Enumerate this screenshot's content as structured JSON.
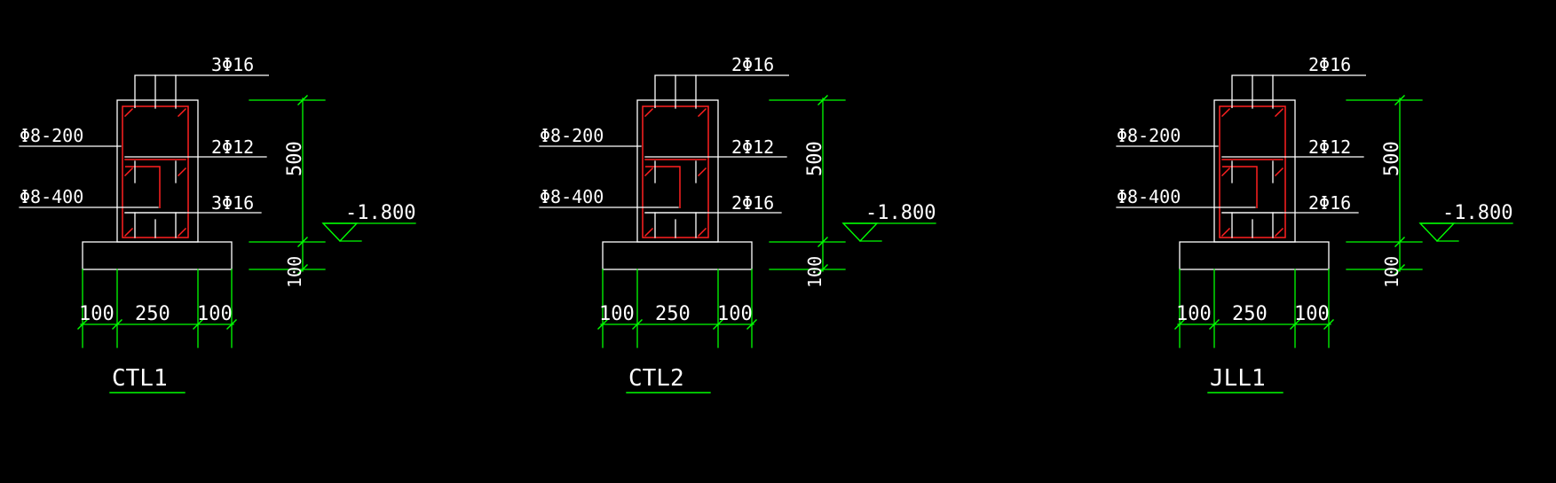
{
  "colors": {
    "background": "#000000",
    "concrete": "#ffffff",
    "rebar": "#ff2020",
    "dimension": "#00ff00",
    "text": "#ffffff"
  },
  "sections": [
    {
      "name": "CTL1",
      "top_bars": "3Φ16",
      "stirrup": "Φ8-200",
      "middle_bars": "2Φ12",
      "tie": "Φ8-400",
      "bottom_bars": "3Φ16",
      "elevation": "-1.800",
      "height": "500",
      "base_height": "100",
      "widths": [
        "100",
        "250",
        "100"
      ]
    },
    {
      "name": "CTL2",
      "top_bars": "2Φ16",
      "stirrup": "Φ8-200",
      "middle_bars": "2Φ12",
      "tie": "Φ8-400",
      "bottom_bars": "2Φ16",
      "elevation": "-1.800",
      "height": "500",
      "base_height": "100",
      "widths": [
        "100",
        "250",
        "100"
      ]
    },
    {
      "name": "JLL1",
      "top_bars": "2Φ16",
      "stirrup": "Φ8-200",
      "middle_bars": "2Φ12",
      "tie": "Φ8-400",
      "bottom_bars": "2Φ16",
      "elevation": "-1.800",
      "height": "500",
      "base_height": "100",
      "widths": [
        "100",
        "250",
        "100"
      ]
    }
  ]
}
